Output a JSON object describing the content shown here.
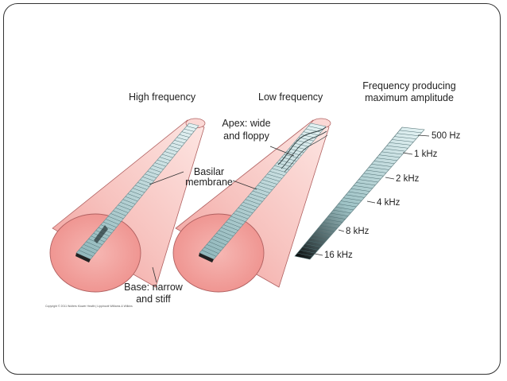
{
  "titles": {
    "high": "High frequency",
    "low": "Low frequency",
    "freq_line1": "Frequency producing",
    "freq_line2": "maximum amplitude"
  },
  "annotations": {
    "apex_line1": "Apex: wide",
    "apex_line2": "and floppy",
    "basilar_line1": "Basilar",
    "basilar_line2": "membrane",
    "base_line1": "Base: narrow",
    "base_line2": "and stiff"
  },
  "frequency_scale": [
    "500 Hz",
    "1 kHz",
    "2 kHz",
    "4 kHz",
    "8 kHz",
    "16 kHz"
  ],
  "copyright": "Copyright © 2011 Wolters Kluwer Health | Lippincott Williams & Wilkins",
  "colors": {
    "cone_fill": "#f3a3a0",
    "cone_light": "#fde3e1",
    "membrane": "#b9d9dc",
    "membrane_dark": "#2a2a2a"
  }
}
